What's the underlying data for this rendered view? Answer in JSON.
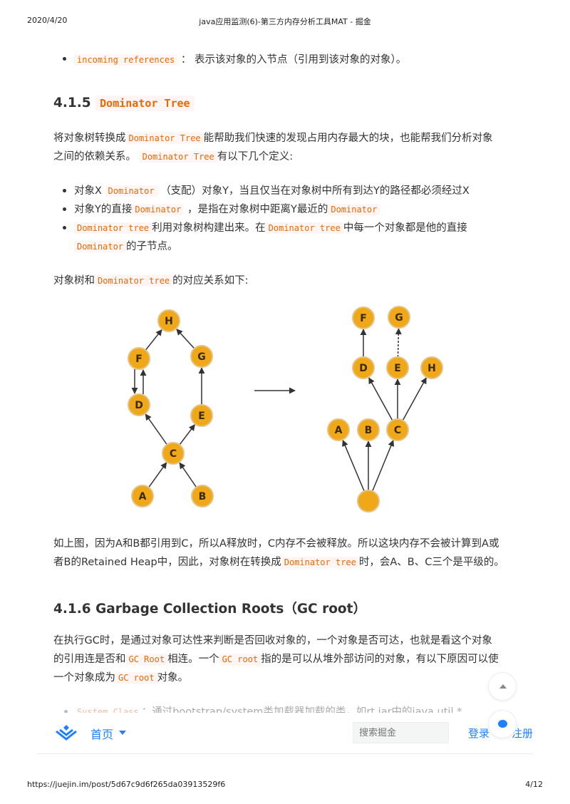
{
  "print_header": {
    "date": "2020/4/20",
    "title": "java应用监测(6)-第三方内存分析工具MAT - 掘金"
  },
  "print_footer": {
    "url": "https://juejin.im/post/5d67c9d6f265da03913529f6",
    "page": "4/12"
  },
  "incoming": {
    "code": "incoming references",
    "text": " ： 表示该对象的入节点（引用到该对象的对象）。"
  },
  "section_415": {
    "number": "4.1.5",
    "code": "Dominator Tree"
  },
  "intro": {
    "l1_a": "将对象树转换成",
    "l1_code": "Dominator Tree",
    "l1_b": "能帮助我们快速的发现占用内存最大的块，也能帮我们分析对象",
    "l2_a": "之间的依赖关系。",
    "l2_code": "Dominator Tree",
    "l2_b": "有以下几个定义:"
  },
  "defs": {
    "b1_a": "对象X",
    "b1_code": "Dominator",
    "b1_b": "（支配）对象Y，当且仅当在对象树中所有到达Y的路径都必须经过X",
    "b2_a": "对象Y的直接",
    "b2_code1": "Dominator",
    "b2_b": "，是指在对象树中距离Y最近的",
    "b2_code2": "Dominator",
    "b3_code1": "Dominator tree",
    "b3_a": "利用对象树构建出来。在",
    "b3_code2": "Dominator tree",
    "b3_b": "中每一个对象都是他的直接",
    "b3l2_code": "Dominator",
    "b3l2_a": "的子节点。"
  },
  "relation": {
    "a": "对象树和",
    "code": "Dominator tree",
    "b": "的对应关系如下:"
  },
  "diagram": {
    "left_nodes": [
      "H",
      "F",
      "G",
      "D",
      "E",
      "C",
      "A",
      "B"
    ],
    "right_nodes": [
      "F",
      "G",
      "D",
      "E",
      "H",
      "A",
      "B",
      "C"
    ],
    "node_color": "#f0a818",
    "node_stroke": "#e2c488"
  },
  "explain": {
    "l1": "如上图，因为A和B都引用到C，所以A释放时，C内存不会被释放。所以这块内存不会被计算到A或",
    "l2_a": "者B的Retained Heap中，因此，对象树在转换成",
    "l2_code": "Dominator tree",
    "l2_b": "时，会A、B、C三个是平级的。"
  },
  "section_416": {
    "title": "4.1.6 Garbage Collection Roots（GC root）"
  },
  "gc": {
    "l1": "在执行GC时，是通过对象可达性来判断是否回收对象的，一个对象是否可达，也就是看这个对象",
    "l2_a": "的引用连是否和",
    "l2_code": "GC Root",
    "l2_b": "相连。一个",
    "l2_code2": "GC root",
    "l2_c": "指的是可以从堆外部访问的对象，有以下原因可以使",
    "l3_a": "一个对象成为",
    "l3_code": "GC root",
    "l3_b": "对象。"
  },
  "partial_bullet": {
    "code": "System Class",
    "text": "：通过bootstrap/system类加载器加载的类，如rt.jar中的java.util.*"
  },
  "bottom_bar": {
    "home": "首页",
    "search_placeholder": "搜索掘金",
    "login": "登录",
    "register": "注册",
    "accent": "#1e80ff"
  }
}
